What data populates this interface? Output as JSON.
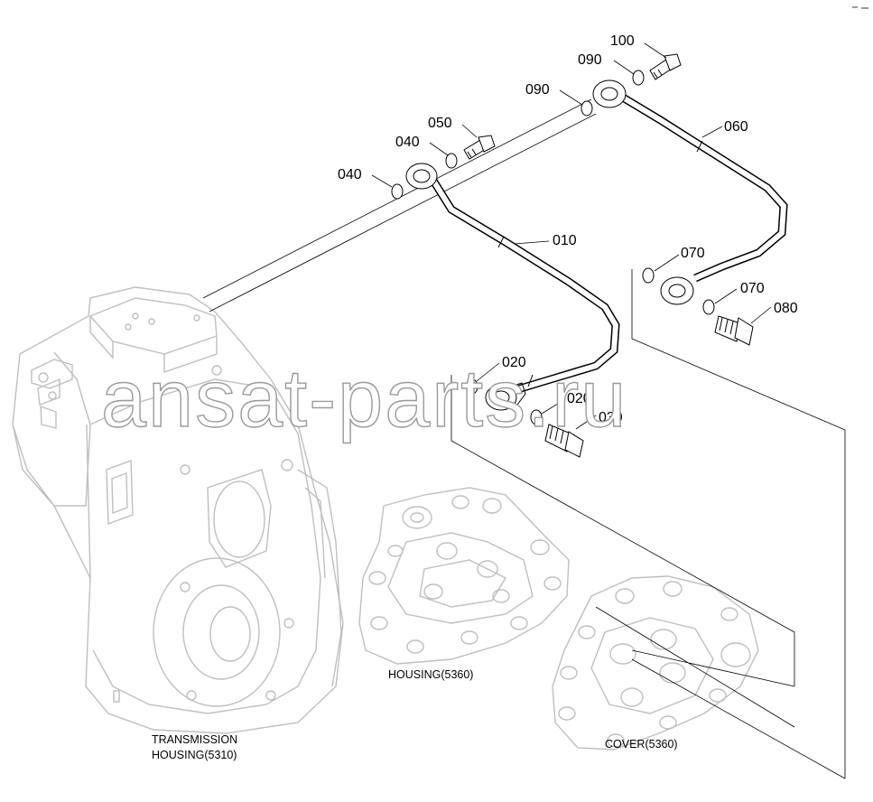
{
  "callouts": {
    "c100": "100",
    "c090a": "090",
    "c090b": "090",
    "c050": "050",
    "c040a": "040",
    "c040b": "040",
    "c060": "060",
    "c010": "010",
    "c070a": "070",
    "c070b": "070",
    "c080": "080",
    "c020a": "020",
    "c020b": "020",
    "c030": "030"
  },
  "captions": {
    "housing": "HOUSING(5360)",
    "transmission_line1": "TRANSMISSION",
    "transmission_line2": "HOUSING(5310)",
    "cover": "COVER(5360)"
  },
  "watermark": "ansat-parts.ru"
}
